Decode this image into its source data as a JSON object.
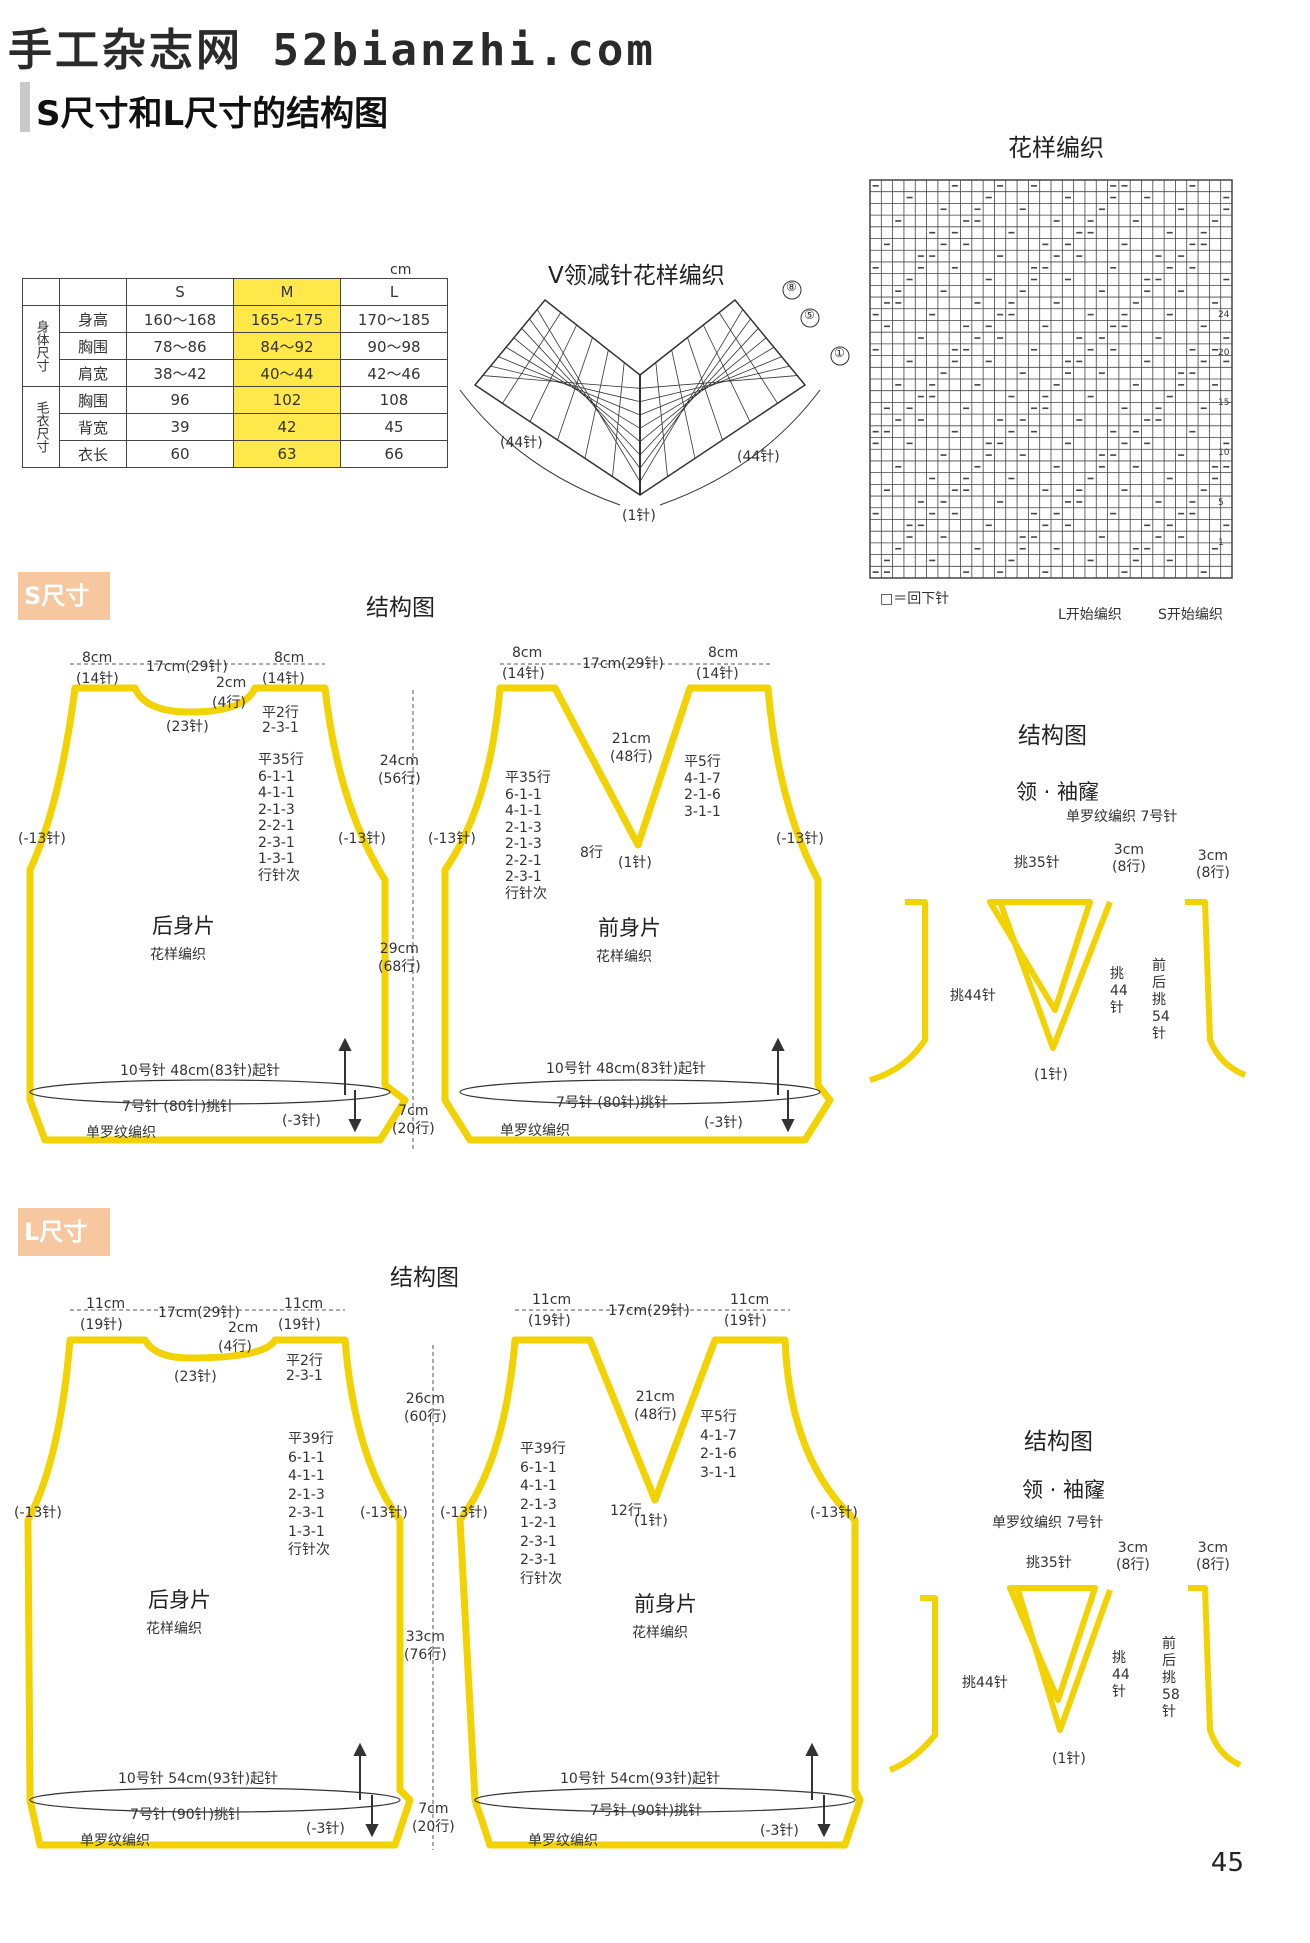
{
  "watermark": "手工杂志网 52bianzhi.com",
  "title": "S尺寸和L尺寸的结构图",
  "size_table": {
    "unit": "cm",
    "headers": [
      "S",
      "M",
      "L"
    ],
    "group_body": "身体尺寸",
    "group_sweater": "毛衣尺寸",
    "rows": [
      {
        "label": "身高",
        "values": [
          "160～168",
          "165～175",
          "170～185"
        ]
      },
      {
        "label": "胸围",
        "values": [
          "78～86",
          "84～92",
          "90～98"
        ]
      },
      {
        "label": "肩宽",
        "values": [
          "38～42",
          "40～44",
          "42～46"
        ]
      },
      {
        "label": "胸围",
        "values": [
          "96",
          "102",
          "108"
        ]
      },
      {
        "label": "背宽",
        "values": [
          "39",
          "42",
          "45"
        ]
      },
      {
        "label": "衣长",
        "values": [
          "60",
          "63",
          "66"
        ]
      }
    ]
  },
  "vneck": {
    "title": "V领减针花样编织",
    "left": "(44针)",
    "right": "(44针)",
    "center": "(1针)",
    "markers": [
      "⑧",
      "⑤",
      "①"
    ]
  },
  "pattern_chart": {
    "title": "花样编织",
    "legend": "□＝回下针",
    "l_start": "L开始编织",
    "s_start": "S开始编织",
    "row_numbers": [
      "24",
      "20",
      "15",
      "10",
      "5",
      "1"
    ]
  },
  "s_section": {
    "tag": "S尺寸",
    "diagram_title": "结构图",
    "back": {
      "name": "后身片",
      "pattern": "花样编织",
      "top_left": "8cm",
      "top_left_st": "(14针)",
      "top_mid": "17cm(29针)",
      "top_right": "8cm",
      "top_right_st": "(14针)",
      "neck_depth": "2cm",
      "neck_rows": "(4行)",
      "neck_st": "(23针)",
      "neck_shaping": [
        "平2行",
        "2-3-1"
      ],
      "armhole_shaping": [
        "平35行",
        "6-1-1",
        "4-1-1",
        "2-1-3",
        "2-2-1",
        "2-3-1",
        "1-3-1",
        "行针次"
      ],
      "side_left": "(-13针)",
      "side_right": "(-13针)",
      "cast_on": "10号针 48cm(83针)起针",
      "pick_up": "7号针 (80针)挑针",
      "decrease": "(-3针)",
      "rib": "单罗纹编织"
    },
    "front": {
      "name": "前身片",
      "pattern": "花样编织",
      "top_left": "8cm",
      "top_left_st": "(14针)",
      "top_mid": "17cm(29针)",
      "top_right": "8cm",
      "top_right_st": "(14针)",
      "v_depth": "21cm",
      "v_rows": "(48行)",
      "left_shaping": [
        "平35行",
        "6-1-1",
        "4-1-1",
        "2-1-3",
        "2-1-3",
        "2-2-1",
        "2-3-1",
        "行针次"
      ],
      "right_shaping": [
        "平5行",
        "4-1-7",
        "2-1-6",
        "3-1-1"
      ],
      "v_bottom_rows": "8行",
      "v_bottom_st": "(1针)",
      "side_left": "(-13针)",
      "side_right": "(-13针)",
      "cast_on": "10号针 48cm(83针)起针",
      "pick_up": "7号针 (80针)挑针",
      "decrease": "(-3针)",
      "rib": "单罗纹编织"
    },
    "mid_dims": [
      "24cm",
      "(56行)",
      "29cm",
      "(68行)",
      "7cm",
      "(20行)"
    ],
    "neck_title": "结构图",
    "neck_subtitle": "领 · 袖窿",
    "neck_note": "单罗纹编织 7号针",
    "neck_labels": {
      "pick35": "挑35针",
      "w1": "3cm",
      "r1": "(8行)",
      "w2": "3cm",
      "r2": "(8行)",
      "pick44": "挑44针",
      "pick44v": "挑 44 针",
      "front_back": "前后挑54针",
      "bottom": "(1针)"
    }
  },
  "l_section": {
    "tag": "L尺寸",
    "diagram_title": "结构图",
    "back": {
      "name": "后身片",
      "pattern": "花样编织",
      "top_left": "11cm",
      "top_left_st": "(19针)",
      "top_mid": "17cm(29针)",
      "top_right": "11cm",
      "top_right_st": "(19针)",
      "neck_depth": "2cm",
      "neck_rows": "(4行)",
      "neck_st": "(23针)",
      "neck_shaping": [
        "平2行",
        "2-3-1"
      ],
      "armhole_shaping": [
        "平39行",
        "6-1-1",
        "4-1-1",
        "2-1-3",
        "2-3-1",
        "1-3-1",
        "行针次"
      ],
      "side_left": "(-13针)",
      "side_right": "(-13针)",
      "cast_on": "10号针 54cm(93针)起针",
      "pick_up": "7号针 (90针)挑针",
      "decrease": "(-3针)",
      "rib": "单罗纹编织"
    },
    "front": {
      "name": "前身片",
      "pattern": "花样编织",
      "top_left": "11cm",
      "top_left_st": "(19针)",
      "top_mid": "17cm(29针)",
      "top_right": "11cm",
      "top_right_st": "(19针)",
      "v_depth": "21cm",
      "v_rows": "(48行)",
      "left_shaping": [
        "平39行",
        "6-1-1",
        "4-1-1",
        "2-1-3",
        "1-2-1",
        "2-3-1",
        "2-3-1",
        "行针次"
      ],
      "right_shaping": [
        "平5行",
        "4-1-7",
        "2-1-6",
        "3-1-1"
      ],
      "v_bottom_rows": "12行",
      "v_bottom_st": "(1针)",
      "side_left": "(-13针)",
      "side_right": "(-13针)",
      "cast_on": "10号针 54cm(93针)起针",
      "pick_up": "7号针 (90针)挑针",
      "decrease": "(-3针)",
      "rib": "单罗纹编织"
    },
    "mid_dims": [
      "26cm",
      "(60行)",
      "33cm",
      "(76行)",
      "7cm",
      "(20行)"
    ],
    "neck_title": "结构图",
    "neck_subtitle": "领 · 袖窿",
    "neck_note": "单罗纹编织 7号针",
    "neck_labels": {
      "pick35": "挑35针",
      "w1": "3cm",
      "r1": "(8行)",
      "w2": "3cm",
      "r2": "(8行)",
      "pick44": "挑44针",
      "pick44v": "挑 44 针",
      "front_back": "前后挑58针",
      "bottom": "(1针)"
    }
  },
  "page_number": "45",
  "colors": {
    "outline": "#f2d200",
    "highlight": "#ffe84a",
    "tag": "#f7c7a0"
  }
}
